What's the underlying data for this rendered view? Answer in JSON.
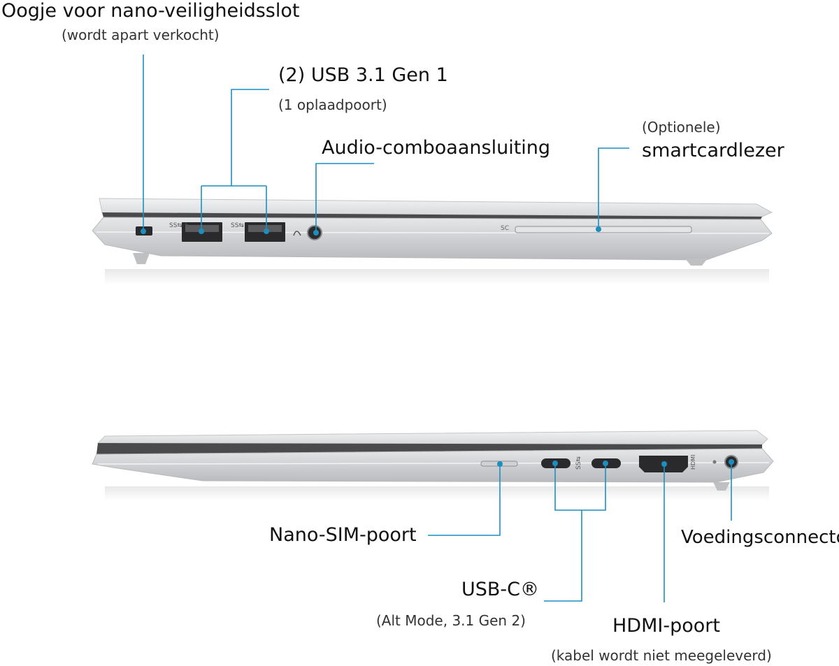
{
  "colors": {
    "callout": "#1c8fbf",
    "laptop_body": "#d9dadc",
    "laptop_dark": "#3a3a3c"
  },
  "left_view": {
    "lock": {
      "title": "Oogje voor nano-veiligheidsslot",
      "sub": "(wordt apart verkocht)"
    },
    "usb": {
      "title": "(2) USB 3.1 Gen 1",
      "sub": "(1 oplaadpoort)"
    },
    "audio": {
      "title": "Audio-comboaansluiting"
    },
    "smartcard": {
      "sub": "(Optionele)",
      "title": "smartcardlezer"
    },
    "port_marks": {
      "ss1": "SS⇆ ϟ",
      "ss2": "SS⇆",
      "sc": "SC"
    }
  },
  "right_view": {
    "sim": {
      "title": "Nano-SIM-poort"
    },
    "usbc": {
      "title": "USB-C®",
      "sub": "(Alt Mode, 3.1 Gen 2)"
    },
    "hdmi": {
      "title": "HDMI-poort",
      "sub": "(kabel wordt niet meegeleverd)"
    },
    "power": {
      "title": "Voedingsconnector"
    },
    "port_marks": {
      "ss": "SS⇆",
      "hdmi": "HDMI"
    }
  }
}
